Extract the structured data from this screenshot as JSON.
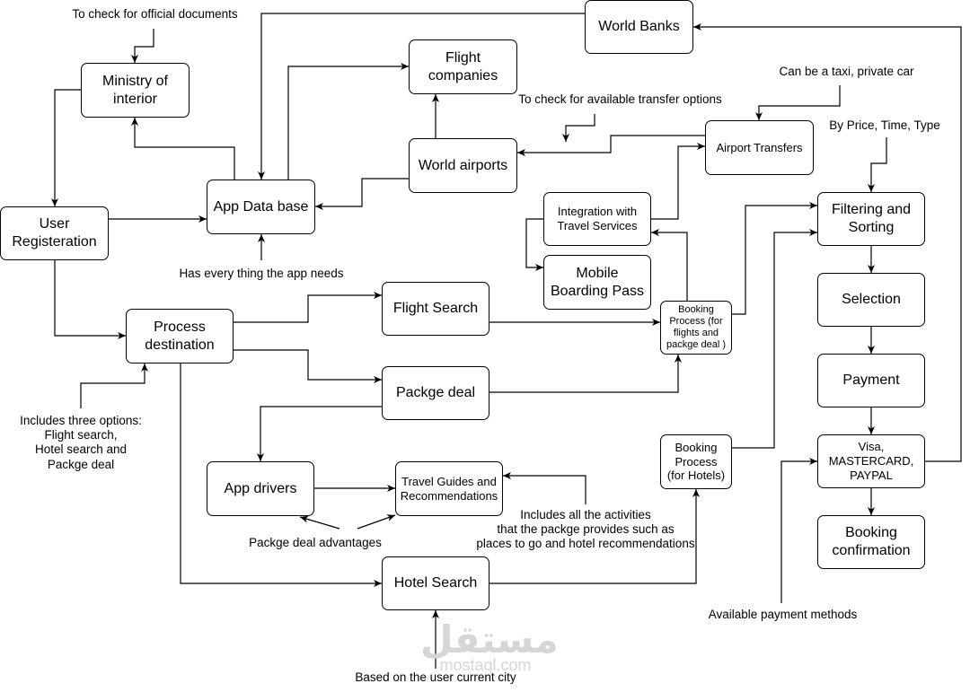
{
  "nodes": {
    "world_banks": "World Banks",
    "ministry": "Ministry of\ninterior",
    "flight_companies": "Flight\ncompanies",
    "airport_transfers": "Airport Transfers",
    "world_airports": "World airports",
    "app_database": "App Data base",
    "user_registration": "User\nRegisteration",
    "integration": "Integration with\nTravel Services",
    "mobile_boarding": "Mobile\nBoarding Pass",
    "filtering": "Filtering and\nSorting",
    "selection": "Selection",
    "flight_search": "Flight Search",
    "process_destination": "Process\ndestination",
    "booking_flights": "Booking\nProcess (for\nflights and\npackge deal )",
    "payment": "Payment",
    "package_deal": "Packge deal",
    "booking_hotels": "Booking\nProcess\n(for Hotels)",
    "payment_methods": "Visa,\nMASTERCARD,\nPAYPAL",
    "app_drivers": "App drivers",
    "travel_guides": "Travel Guides and\nRecommendations",
    "booking_confirmation": "Booking\nconfirmation",
    "hotel_search": "Hotel Search"
  },
  "notes": {
    "official_docs": "To check for official documents",
    "taxi": "Can be a taxi, private car",
    "transfer_options": "To check for available transfer options",
    "price_time": "By Price, Time, Type",
    "has_everything": "Has every thing the app needs",
    "three_options": "Includes three options:\nFlight search,\nHotel search and\nPackge deal",
    "activities": "Includes all the activities\nthat the packge provides such as\nplaces to go and hotel recommendations",
    "advantages": "Packge deal advantages",
    "available_payment": "Available payment methods",
    "current_city": "Based on the user current city"
  },
  "watermark": {
    "arabic": "مستقل",
    "latin": "mostaql.com"
  }
}
